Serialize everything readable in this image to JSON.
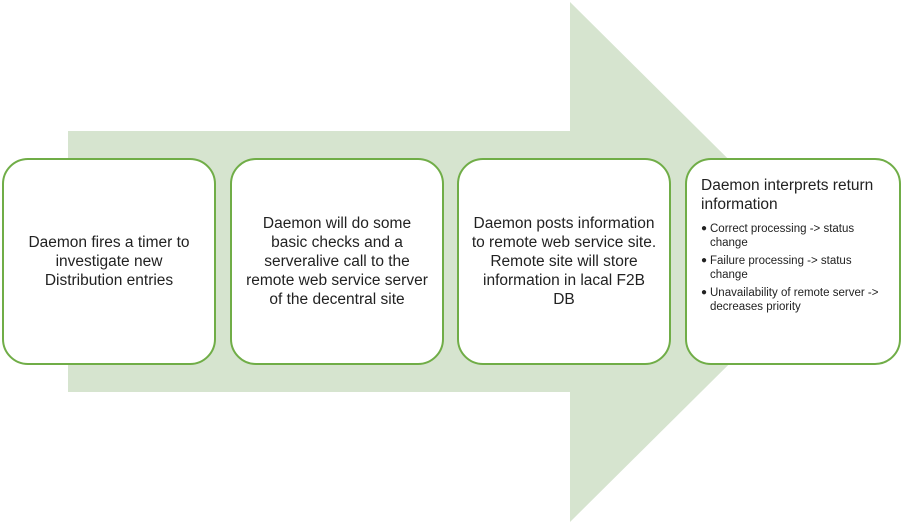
{
  "colors": {
    "arrow_fill": "#d6e4cf",
    "box_border": "#70ad47",
    "box_fill": "#ffffff",
    "text": "#222222"
  },
  "steps": [
    {
      "text": "Daemon fires a timer to investigate new Distribution entries"
    },
    {
      "text": "Daemon will do some basic checks and a serveralive call to the remote web service server of the decentral site"
    },
    {
      "text": "Daemon posts information to remote web service site. Remote site will store information in lacal F2B DB"
    },
    {
      "heading": "Daemon interprets return information",
      "bullets": [
        "Correct processing -> status change",
        "Failure processing -> status change",
        "Unavailability of remote server -> decreases priority"
      ]
    }
  ]
}
